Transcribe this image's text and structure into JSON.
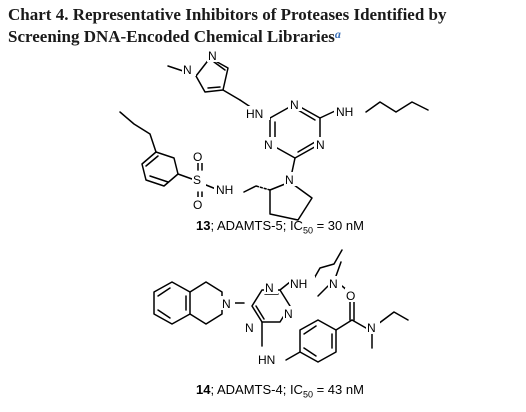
{
  "chart": {
    "heading": "Chart 4. Representative Inhibitors of Proteases Identified by Screening DNA-Encoded Chemical Libraries",
    "footnote_marker": "a"
  },
  "compound13": {
    "number": "13",
    "target": "ADAMTS-5",
    "ic50_value": "30 nM",
    "atoms": {
      "imidazole_n1": "N",
      "imidazole_n3": "N",
      "nh_left": "HN",
      "nh_right": "NH",
      "triazine_n1": "N",
      "triazine_n2": "N",
      "triazine_n3": "N",
      "pyrrolidine_n": "N",
      "sulfur": "S",
      "oxygen_top": "O",
      "oxygen_bottom": "O",
      "sulfonamide_nh": "NH"
    }
  },
  "compound14": {
    "number": "14",
    "target": "ADAMTS-4",
    "ic50_value": "43 nM",
    "atoms": {
      "isoquinoline_n": "N",
      "triazine_n1": "N",
      "triazine_n2": "N",
      "triazine_n3": "N",
      "nh_top": "NH",
      "dimethylamine_n": "N",
      "nh_bottom": "HN",
      "carbonyl_o": "O",
      "amide_n": "N"
    }
  }
}
